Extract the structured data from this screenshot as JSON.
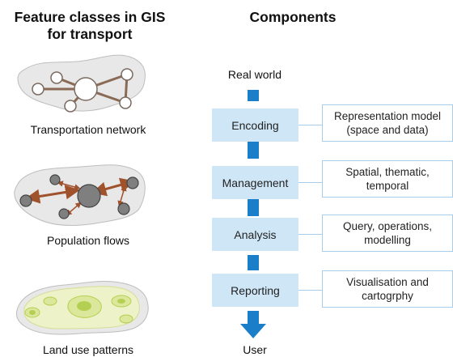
{
  "left": {
    "title_line1": "Feature classes in GIS",
    "title_line2": "for transport",
    "items": [
      {
        "caption": "Transportation network",
        "icon": "network-icon"
      },
      {
        "caption": "Population flows",
        "icon": "flows-icon"
      },
      {
        "caption": "Land use patterns",
        "icon": "landuse-icon"
      }
    ]
  },
  "right": {
    "title": "Components",
    "start_label": "Real world",
    "end_label": "User",
    "stages": [
      {
        "label": "Encoding",
        "note_line1": "Representation model",
        "note_line2": "(space and data)"
      },
      {
        "label": "Management",
        "note_line1": "Spatial, thematic,",
        "note_line2": "temporal"
      },
      {
        "label": "Analysis",
        "note_line1": "Query, operations,",
        "note_line2": "modelling"
      },
      {
        "label": "Reporting",
        "note_line1": "Visualisation and",
        "note_line2": "cartogrphy"
      }
    ]
  },
  "colors": {
    "stage_fill": "#cfe6f6",
    "arrow": "#1a7fc8",
    "note_border": "#a9cde9",
    "link_brown": "#8a6a55",
    "flow_arrow": "#a0522d",
    "landuse_green": "#b5cf52"
  }
}
